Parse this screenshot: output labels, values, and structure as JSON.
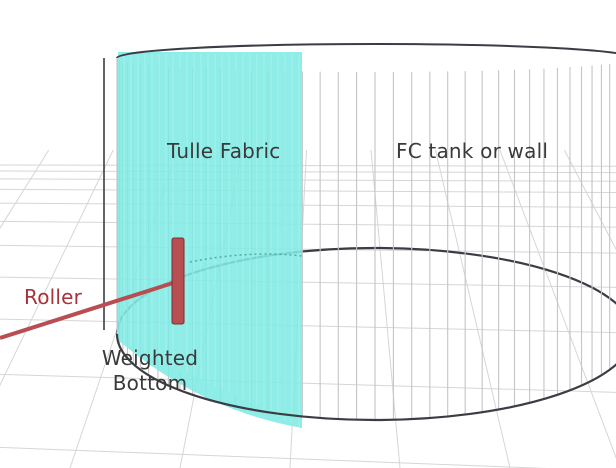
{
  "labels": {
    "tulle_fabric": "Tulle Fabric",
    "tank_wall": "FC tank or wall",
    "roller": "Roller",
    "weighted_line1": "Weighted",
    "weighted_line2": "Bottom"
  },
  "colors": {
    "tulle": "#7eeae4",
    "roller": "#b84e52",
    "roller_text": "#a8323a",
    "outline": "#3c3c44",
    "stripe": "#c4c4ca",
    "grid": "#d6d6d6"
  }
}
